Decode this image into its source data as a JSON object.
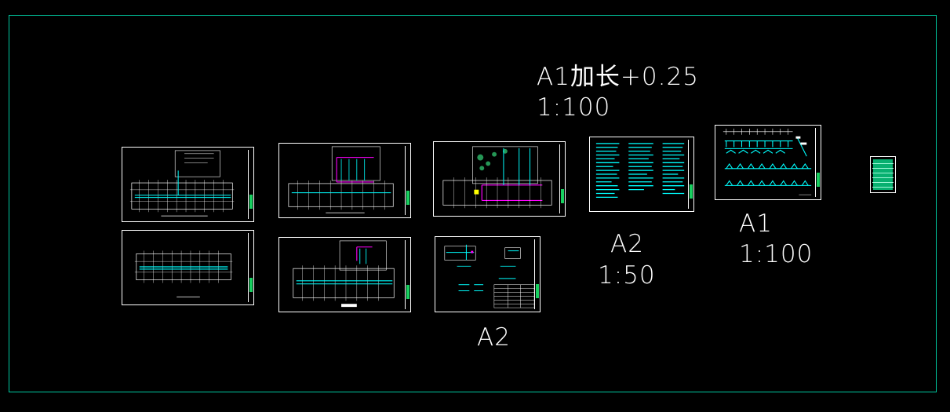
{
  "drawing": {
    "sheets": [
      {
        "id": "plan-1"
      },
      {
        "id": "plan-2"
      },
      {
        "id": "plan-3"
      },
      {
        "id": "plan-4"
      },
      {
        "id": "plan-5"
      },
      {
        "id": "details"
      },
      {
        "id": "notes"
      },
      {
        "id": "system-diagram"
      }
    ],
    "labels": {
      "a1_plus_line1": "A1加长+0.25",
      "a1_plus_line2": "1:100",
      "a2_detail": "A2",
      "a2_notes_line1": "A2",
      "a2_notes_line2": "1:50",
      "a1_system_line1": "A1",
      "a1_system_line2": "1:100"
    },
    "colors": {
      "background": "#000000",
      "frame": "#00c8a0",
      "sheet_border": "#ffffff",
      "cyan_lines": "#00ffff",
      "magenta_lines": "#ff00ff",
      "green_strip": "#18d060"
    }
  }
}
